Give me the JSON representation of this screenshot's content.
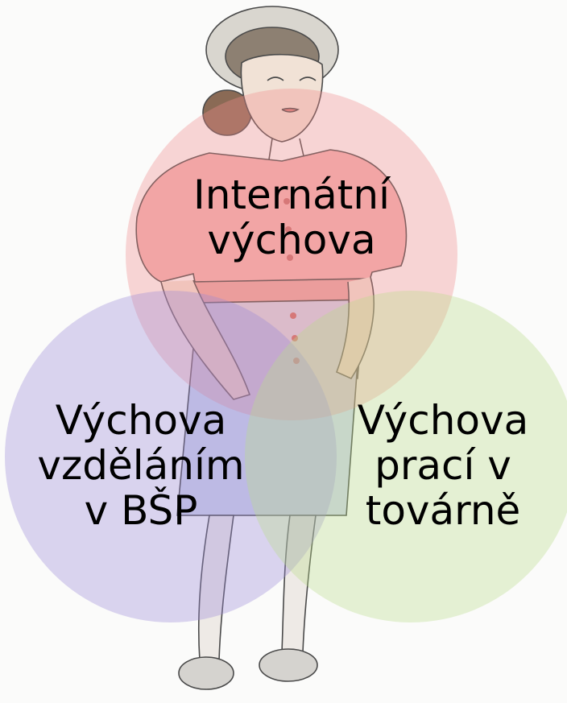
{
  "circles": [
    {
      "id": "top",
      "color": "#f28b8b",
      "lines": [
        "Internátní",
        "výchova"
      ]
    },
    {
      "id": "left",
      "color": "#9a8ad6",
      "lines": [
        "Výchova",
        "vzděláním",
        "v BŠP"
      ]
    },
    {
      "id": "right",
      "color": "#b9dc8a",
      "lines": [
        "Výchova",
        "prací v",
        "továrně"
      ]
    }
  ]
}
